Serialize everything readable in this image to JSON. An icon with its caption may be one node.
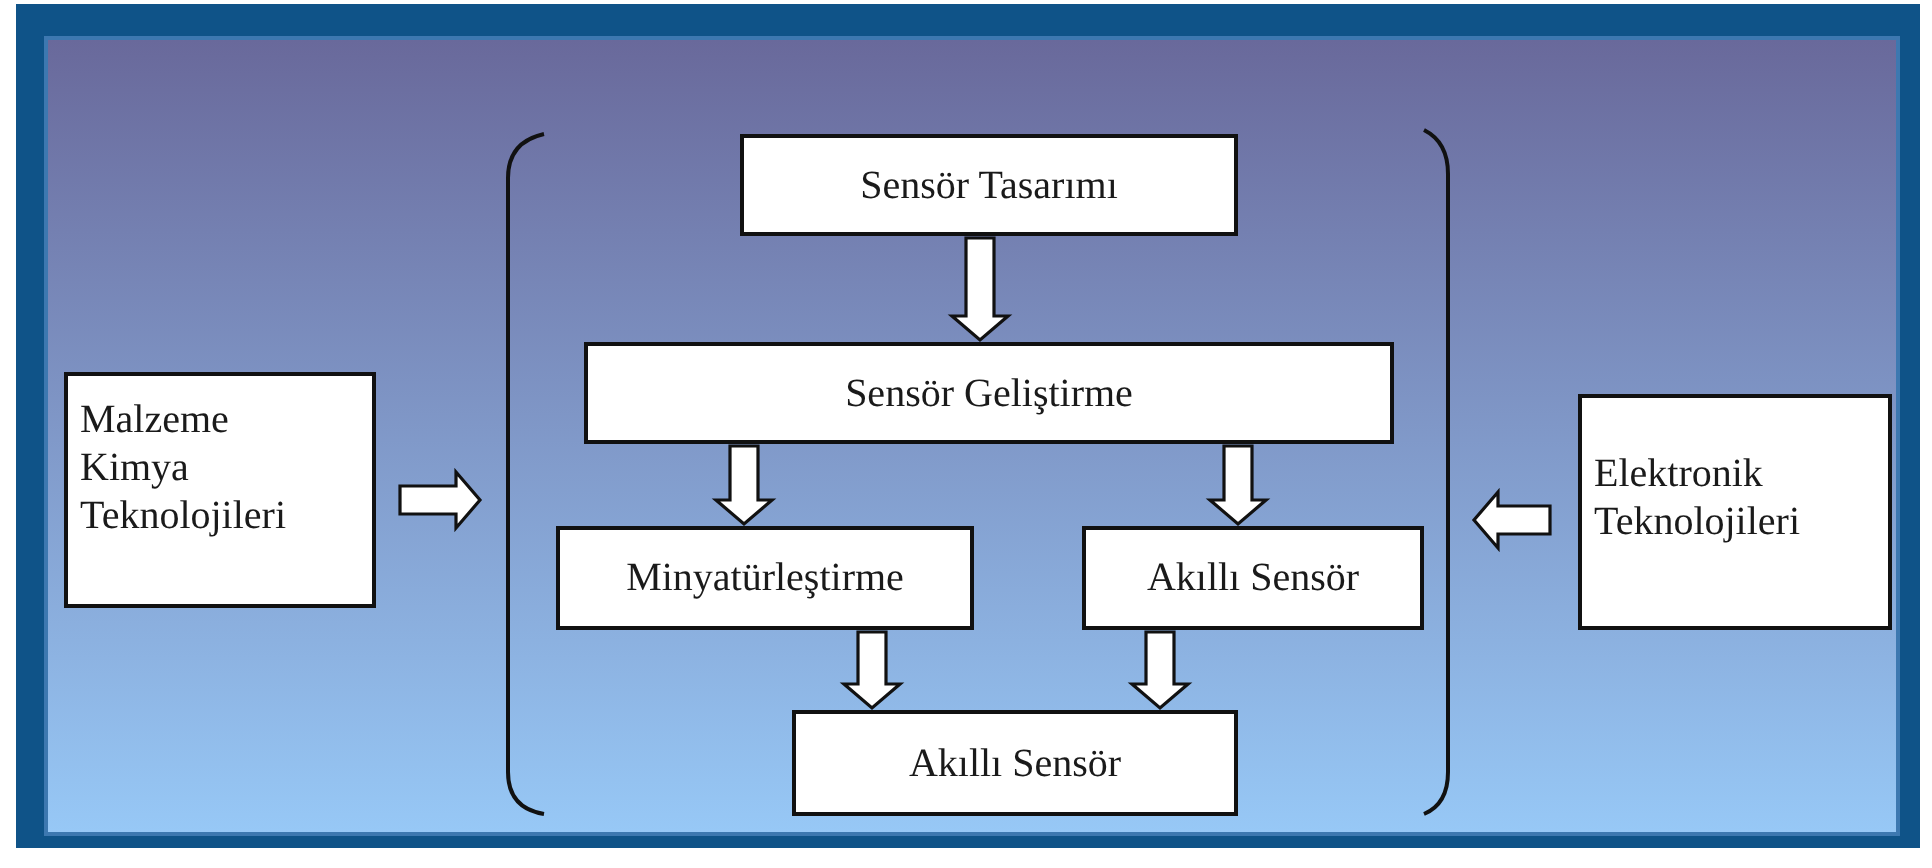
{
  "diagram": {
    "nodes": [
      {
        "text": [],
        "shape": "bracket"
      },
      {
        "text": [
          "Sensör Tasarımı"
        ],
        "in": 0
      },
      {
        "text": [
          "Sensör Geliştirme"
        ],
        "in": 0
      },
      {
        "text": [
          "Minyatürleştirme"
        ],
        "in": 0
      },
      {
        "text": [
          "Akıllı Sensör"
        ],
        "in": 0
      },
      {
        "text": [
          "Akıllı Sensör"
        ],
        "in": 0
      },
      {
        "text": [
          "Malzeme Kimya Teknolojileri"
        ]
      },
      {
        "text": [
          "Elektronik Teknolojileri"
        ]
      }
    ],
    "edges": [
      {
        "from": 1,
        "to": 2,
        "arrow": "to"
      },
      {
        "from": 2,
        "to": 3,
        "arrow": "to"
      },
      {
        "from": 2,
        "to": 4,
        "arrow": "to"
      },
      {
        "from": 3,
        "to": 5,
        "arrow": "to"
      },
      {
        "from": 4,
        "to": 5,
        "arrow": "to"
      },
      {
        "from": 6,
        "to": 0,
        "arrow": "to"
      },
      {
        "from": 7,
        "to": 0,
        "arrow": "to"
      }
    ]
  }
}
